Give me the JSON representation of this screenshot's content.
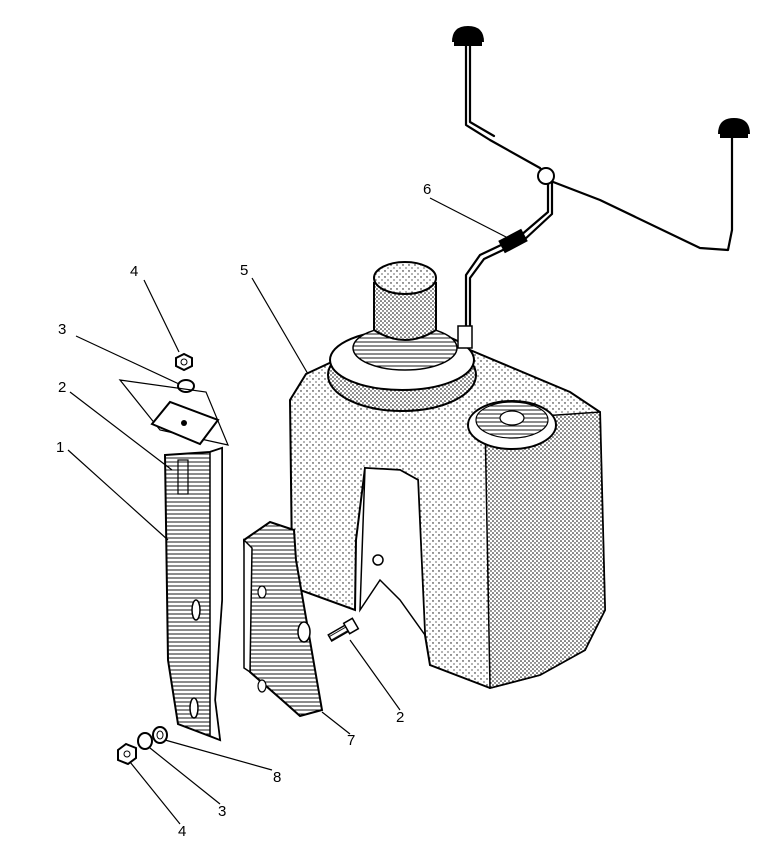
{
  "diagram": {
    "callouts": [
      {
        "id": "c1",
        "label": "1"
      },
      {
        "id": "c2-top",
        "label": "2"
      },
      {
        "id": "c3-top",
        "label": "3"
      },
      {
        "id": "c4-top",
        "label": "4"
      },
      {
        "id": "c5",
        "label": "5"
      },
      {
        "id": "c6",
        "label": "6"
      },
      {
        "id": "c2-bottom",
        "label": "2"
      },
      {
        "id": "c7",
        "label": "7"
      },
      {
        "id": "c8",
        "label": "8"
      },
      {
        "id": "c3-bottom",
        "label": "3"
      },
      {
        "id": "c4-bottom",
        "label": "4"
      }
    ]
  }
}
